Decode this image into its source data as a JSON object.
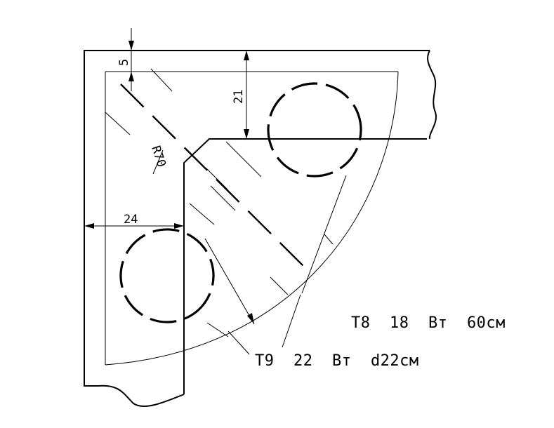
{
  "dimensions": {
    "top_offset": "5",
    "shelf_depth": "21",
    "side_width": "24",
    "radius": "R70"
  },
  "labels": {
    "t8": "T8  18  Вт  60см",
    "t9": "T9  22  Вт  d22см"
  }
}
